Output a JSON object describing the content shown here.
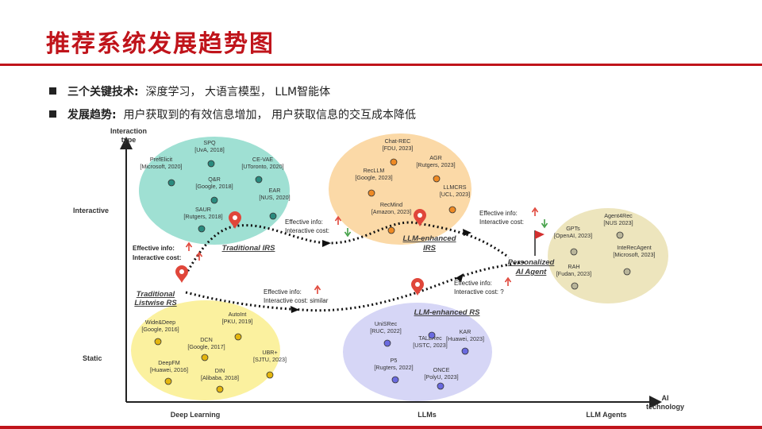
{
  "page": {
    "title": "推荐系统发展趋势图",
    "bullets": [
      {
        "label": "三个关键技术",
        "sep": ":",
        "text": "深度学习， 大语言模型， LLM智能体"
      },
      {
        "label": "发展趋势",
        "sep": ":",
        "text": "用户获取到的有效信息增加， 用户获取信息的交互成本降低"
      }
    ]
  },
  "diagram": {
    "y_axis_title": [
      "Interaction",
      "type"
    ],
    "x_axis_title": [
      "AI",
      "technology"
    ],
    "y_levels": {
      "interactive": "Interactive",
      "static": "Static"
    },
    "x_levels": {
      "deep_learning": "Deep Learning",
      "llms": "LLMs",
      "llm_agents": "LLM Agents"
    },
    "clusters": {
      "interactive_dl": {
        "color": "#9fe0d3",
        "dot": "#2a8a7e",
        "items": [
          {
            "name": "SPQ",
            "org": "[UvA, 2018]"
          },
          {
            "name": "PrefElicit",
            "org": "[Microsoft, 2020]"
          },
          {
            "name": "CE-VAE",
            "org": "[UToronto, 2020]"
          },
          {
            "name": "Q&R",
            "org": "[Google, 2018]"
          },
          {
            "name": "EAR",
            "org": "[NUS, 2020]"
          },
          {
            "name": "SAUR",
            "org": "[Rutgers, 2018]"
          }
        ]
      },
      "interactive_llm": {
        "color": "#fbd9a7",
        "dot": "#ee8a24",
        "items": [
          {
            "name": "Chat-REC",
            "org": "[FDU, 2023]"
          },
          {
            "name": "AGR",
            "org": "[Rutgers, 2023]"
          },
          {
            "name": "RecLLM",
            "org": "[Google, 2023]"
          },
          {
            "name": "LLMCRS",
            "org": "[UCL, 2023]"
          },
          {
            "name": "RecMind",
            "org": "[Amazon, 2023]"
          }
        ]
      },
      "agents": {
        "color": "#ede5bd",
        "dot": "#b9b59a",
        "items": [
          {
            "name": "Agent4Rec",
            "org": "[NUS 2023]"
          },
          {
            "name": "GPTs",
            "org": "[OpenAI, 2023]"
          },
          {
            "name": "InteRecAgent",
            "org": "[Microsoft, 2023]"
          },
          {
            "name": "RAH",
            "org": "[Fudan, 2023]"
          }
        ]
      },
      "static_dl": {
        "color": "#fbf19f",
        "dot": "#e3b50e",
        "items": [
          {
            "name": "Wide&Deep",
            "org": "[Google, 2016]"
          },
          {
            "name": "AutoInt",
            "org": "[PKU, 2019]"
          },
          {
            "name": "DCN",
            "org": "[Google, 2017]"
          },
          {
            "name": "UBR+",
            "org": "[SJTU, 2023]"
          },
          {
            "name": "DeepFM",
            "org": "[Huawei, 2016]"
          },
          {
            "name": "DIN",
            "org": "[Alibaba, 2018]"
          }
        ]
      },
      "static_llm": {
        "color": "#d6d6f6",
        "dot": "#6a6adf",
        "items": [
          {
            "name": "UniSRec",
            "org": "[RUC, 2022]"
          },
          {
            "name": "KAR",
            "org": "[Huawei, 2023]"
          },
          {
            "name": "TALLRec",
            "org": "[USTC, 2023]"
          },
          {
            "name": "P5",
            "org": "[Rugters, 2022]"
          },
          {
            "name": "ONCE",
            "org": "[PolyU, 2023]"
          }
        ]
      }
    },
    "stages": {
      "traditional_listwise": [
        "Traditional",
        "Listwise RS"
      ],
      "traditional_irs": "Traditional IRS",
      "llm_enhanced_irs": [
        "LLM-enhanced",
        "IRS"
      ],
      "llm_enhanced_rs": "LLM-enhanced RS",
      "personalized_agent": [
        "Personalized",
        "AI Agent"
      ]
    },
    "effects": {
      "e1": {
        "info": "Effective info:",
        "cost": "Interactive cost:",
        "info_trend": "up",
        "cost_trend": "up"
      },
      "e2": {
        "info": "Effective info:",
        "cost": "Interactive cost:",
        "info_trend": "up",
        "cost_trend": "down"
      },
      "e3": {
        "info": "Effective info:",
        "cost": "Interactive cost:",
        "info_trend": "up",
        "cost_trend": "down"
      },
      "e4": {
        "info": "Effective info:",
        "cost": "Interactive cost: similar",
        "info_trend": "up"
      },
      "e5": {
        "info": "Effective info:",
        "cost": "Interactive cost: ?",
        "info_trend": "up"
      }
    },
    "colors": {
      "arrow_up": "#e0463a",
      "arrow_down": "#43a047",
      "pin": "#e0463a",
      "flag": "#d32f2f",
      "path": "#111111",
      "stage_text": "#3a3a3a"
    }
  }
}
